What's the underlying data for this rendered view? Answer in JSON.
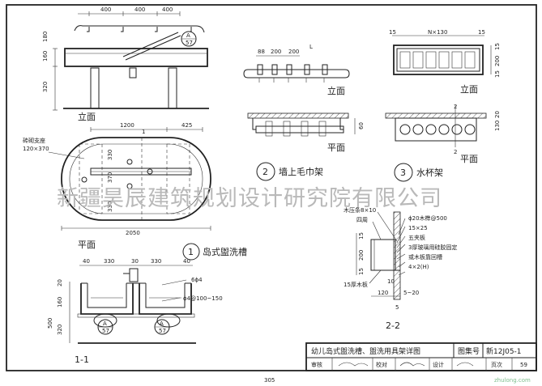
{
  "elevation1": {
    "dims": [
      "400",
      "400",
      "400"
    ],
    "side_dims": [
      "180",
      "160",
      "320"
    ],
    "title": "立面",
    "ref": "A",
    "ref_sheet": "57"
  },
  "plan1": {
    "dim_top": [
      "1200",
      "425"
    ],
    "dim_bottom": "2050",
    "side_dims": [
      "330",
      "370",
      "330"
    ],
    "section_mark": "1",
    "note": [
      "砖砌支座",
      "120×370"
    ],
    "title": "平面"
  },
  "item1": {
    "number": "1",
    "title": "岛式盥洗槽"
  },
  "towel_elev": {
    "dims": [
      "88",
      "200",
      "200"
    ],
    "span": "L",
    "title": "立面"
  },
  "towel_plan": {
    "dim": "60",
    "title": "平面"
  },
  "item2": {
    "number": "2",
    "title": "墙上毛巾架"
  },
  "cup_elev": {
    "dims": [
      "15",
      "N×130",
      "15"
    ],
    "side_dims": [
      "15",
      "200",
      "15"
    ],
    "title": "立面"
  },
  "cup_plan": {
    "dims": [
      "130",
      "20"
    ],
    "mark": "2",
    "title": "平面"
  },
  "item3": {
    "number": "3",
    "title": "水杯架"
  },
  "watermark": "新疆昊辰建筑规划设计研究院有限公司",
  "sec22": {
    "notes": [
      "木压条8×10",
      "ϕ20木榫@500",
      "四周",
      "15×25",
      "五夹板",
      "3厚玻璃用硅胶固定",
      "或木板靠回槽",
      "4×2(H)"
    ],
    "dims": [
      "15",
      "200",
      "15",
      "10",
      "120",
      "5~20",
      "5"
    ],
    "bottom_label": "15厚木板",
    "title": "2-2"
  },
  "sec11": {
    "dims_top": [
      "40",
      "330",
      "30",
      "330",
      "40"
    ],
    "side_dims": [
      "20",
      "160",
      "320",
      "500"
    ],
    "rebar1": "6ϕ4",
    "rebar2": "ϕ4@100~150",
    "ref": "A",
    "ref_sheet": "57",
    "title": "1-1"
  },
  "titleblock": {
    "title": "幼儿岛式盥洗槽、盥洗用具架详图",
    "code_label": "图集号",
    "code": "新12J05-1",
    "row": [
      "审核",
      "校对",
      "设计",
      "页次"
    ],
    "page": "59"
  },
  "page_number": "305",
  "corner_logo": "zhulong.com"
}
